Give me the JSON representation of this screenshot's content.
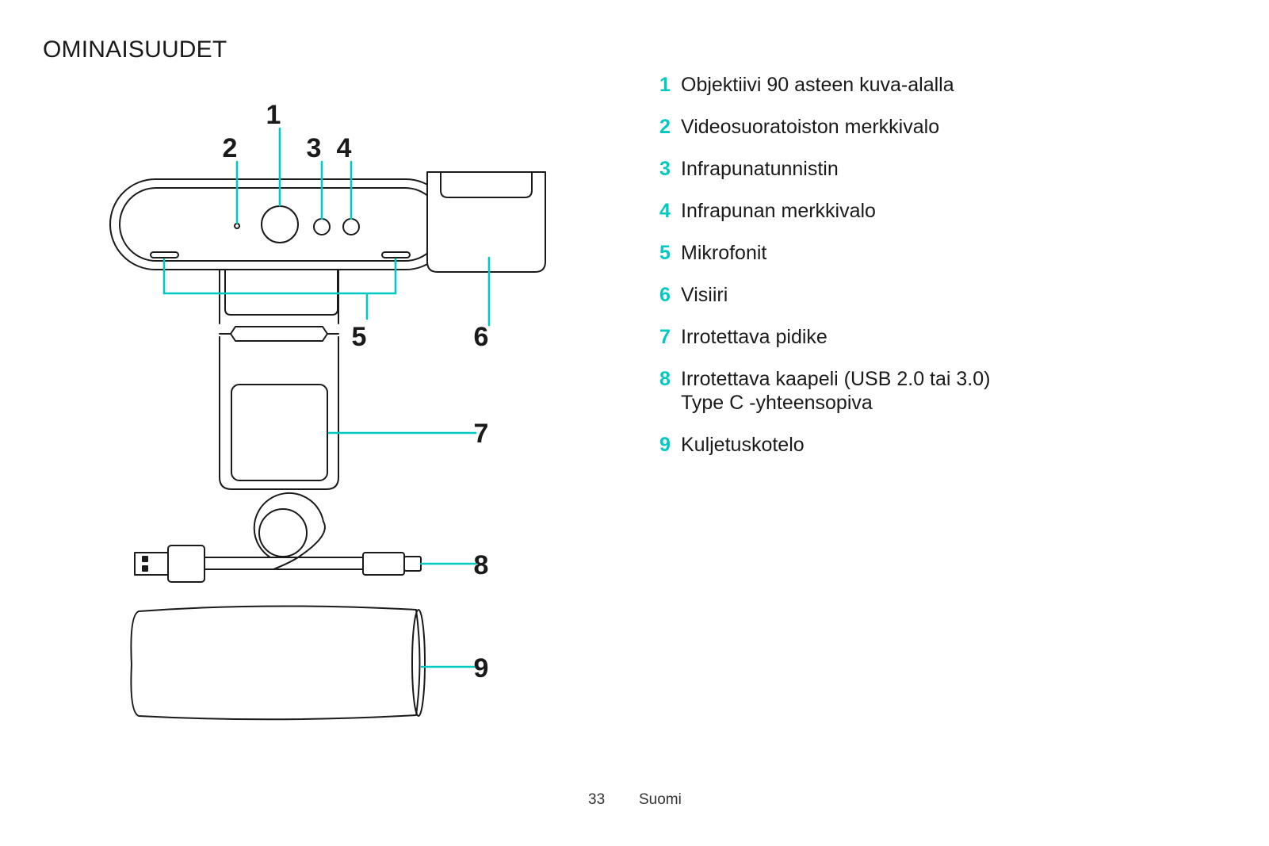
{
  "title": "OMINAISUUDET",
  "callouts": [
    "1",
    "2",
    "3",
    "4",
    "5",
    "6",
    "7",
    "8",
    "9"
  ],
  "accent_color": "#00c9c2",
  "features": [
    {
      "number": "1",
      "lines": [
        "Objektiivi 90 asteen kuva-alalla"
      ]
    },
    {
      "number": "2",
      "lines": [
        "Videosuoratoiston merkkivalo"
      ]
    },
    {
      "number": "3",
      "lines": [
        "Infrapunatunnistin"
      ]
    },
    {
      "number": "4",
      "lines": [
        "Infrapunan merkkivalo"
      ]
    },
    {
      "number": "5",
      "lines": [
        "Mikrofonit"
      ]
    },
    {
      "number": "6",
      "lines": [
        "Visiiri"
      ]
    },
    {
      "number": "7",
      "lines": [
        "Irrotettava pidike"
      ]
    },
    {
      "number": "8",
      "lines": [
        "Irrotettava kaapeli (USB 2.0 tai 3.0)",
        "Type C -yhteensopiva"
      ]
    },
    {
      "number": "9",
      "lines": [
        "Kuljetuskotelo"
      ]
    }
  ],
  "footer": {
    "page_number": "33",
    "language": "Suomi"
  }
}
